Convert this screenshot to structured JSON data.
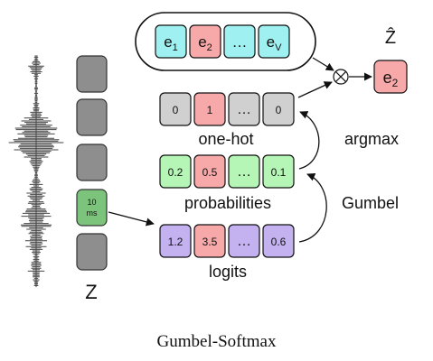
{
  "codebook": {
    "items": [
      {
        "base": "e",
        "sub": "1",
        "color": "#9ff0f0"
      },
      {
        "base": "e",
        "sub": "2",
        "color": "#f7a8a8"
      },
      {
        "base": "…",
        "sub": "",
        "color": "#9ff0f0"
      },
      {
        "base": "e",
        "sub": "V",
        "color": "#9ff0f0"
      }
    ]
  },
  "z_hat": {
    "label": "Ẑ",
    "output_base": "e",
    "output_sub": "2",
    "color": "#f7a8a8"
  },
  "multiply_symbol": "⊗",
  "one_hot": {
    "label": "one-hot",
    "values": [
      "0",
      "1",
      "…",
      "0"
    ],
    "colors": [
      "#d0d0d0",
      "#f7a8a8",
      "#d0d0d0",
      "#d0d0d0"
    ]
  },
  "probabilities": {
    "label": "probabilities",
    "values": [
      "0.2",
      "0.5",
      "…",
      "0.1"
    ],
    "colors": [
      "#b5f5b5",
      "#f7a8a8",
      "#b5f5b5",
      "#b5f5b5"
    ]
  },
  "logits": {
    "label": "logits",
    "values": [
      "1.2",
      "3.5",
      "…",
      "0.6"
    ],
    "colors": [
      "#c4b1f0",
      "#f7a8a8",
      "#c4b1f0",
      "#c4b1f0"
    ]
  },
  "ops": {
    "argmax": "argmax",
    "gumbel": "Gumbel"
  },
  "frames": {
    "label": "Z",
    "highlight_text": [
      "10",
      "ms"
    ],
    "highlight_color": "#7cc47c",
    "frame_color": "#8e8e8e"
  },
  "caption": "Gumbel-Softmax"
}
